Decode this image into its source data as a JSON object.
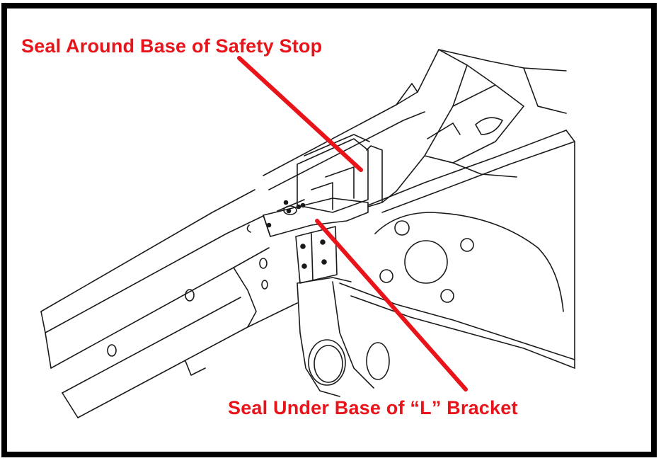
{
  "diagram": {
    "callouts": [
      {
        "id": "safety-stop",
        "text": "Seal Around Base of Safety Stop"
      },
      {
        "id": "l-bracket",
        "text": "Seal Under Base of “L” Bracket"
      }
    ]
  },
  "colors": {
    "annotation": "#e8141a",
    "linework": "#1a1a1a",
    "frame": "#000000",
    "background": "#ffffff"
  }
}
